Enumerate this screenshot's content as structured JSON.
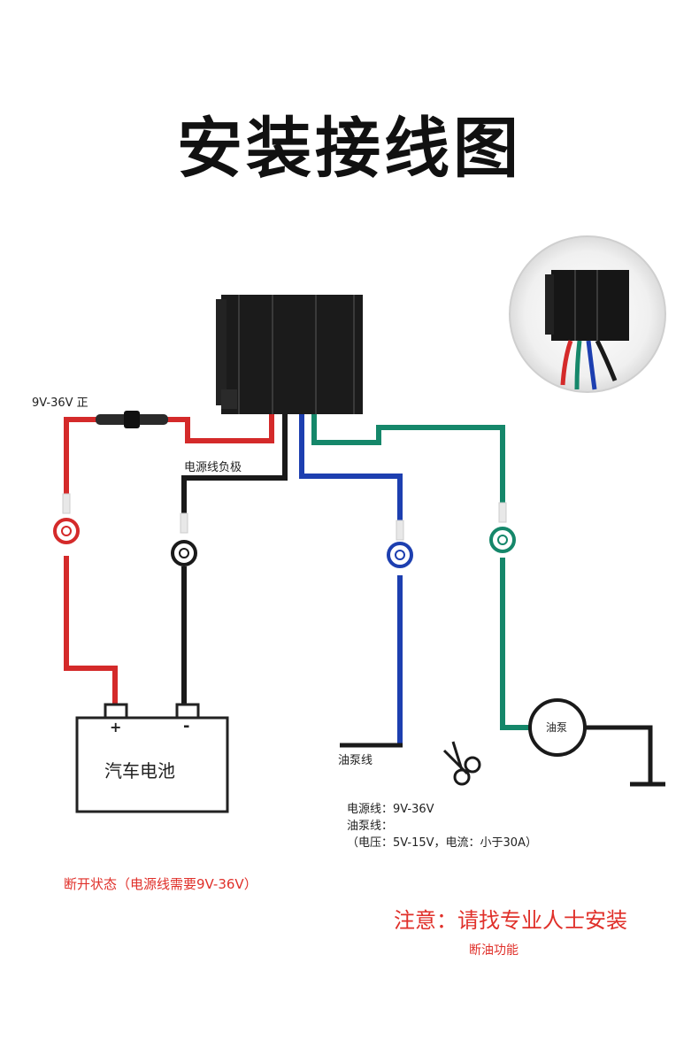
{
  "title": "安装接线图",
  "labels": {
    "positive": "9V-36V 正",
    "negative": "电源线负极",
    "battery": "汽车电池",
    "plus": "+",
    "minus": "-",
    "pump_wire": "油泵线",
    "pump": "油泵"
  },
  "specs": {
    "line1": "电源线：9V-36V",
    "line2": "油泵线：",
    "line3": "（电压：5V-15V，电流：小于30A）"
  },
  "notes": {
    "off_state": "断开状态（电源线需要9V-36V）",
    "warning": "注意：请找专业人士安装",
    "function": "断油功能"
  },
  "colors": {
    "red_wire": "#d42a2a",
    "black_wire": "#1a1a1a",
    "blue_wire": "#1d3fb0",
    "green_wire": "#15876a",
    "relay_body": "#1b1b1b"
  }
}
